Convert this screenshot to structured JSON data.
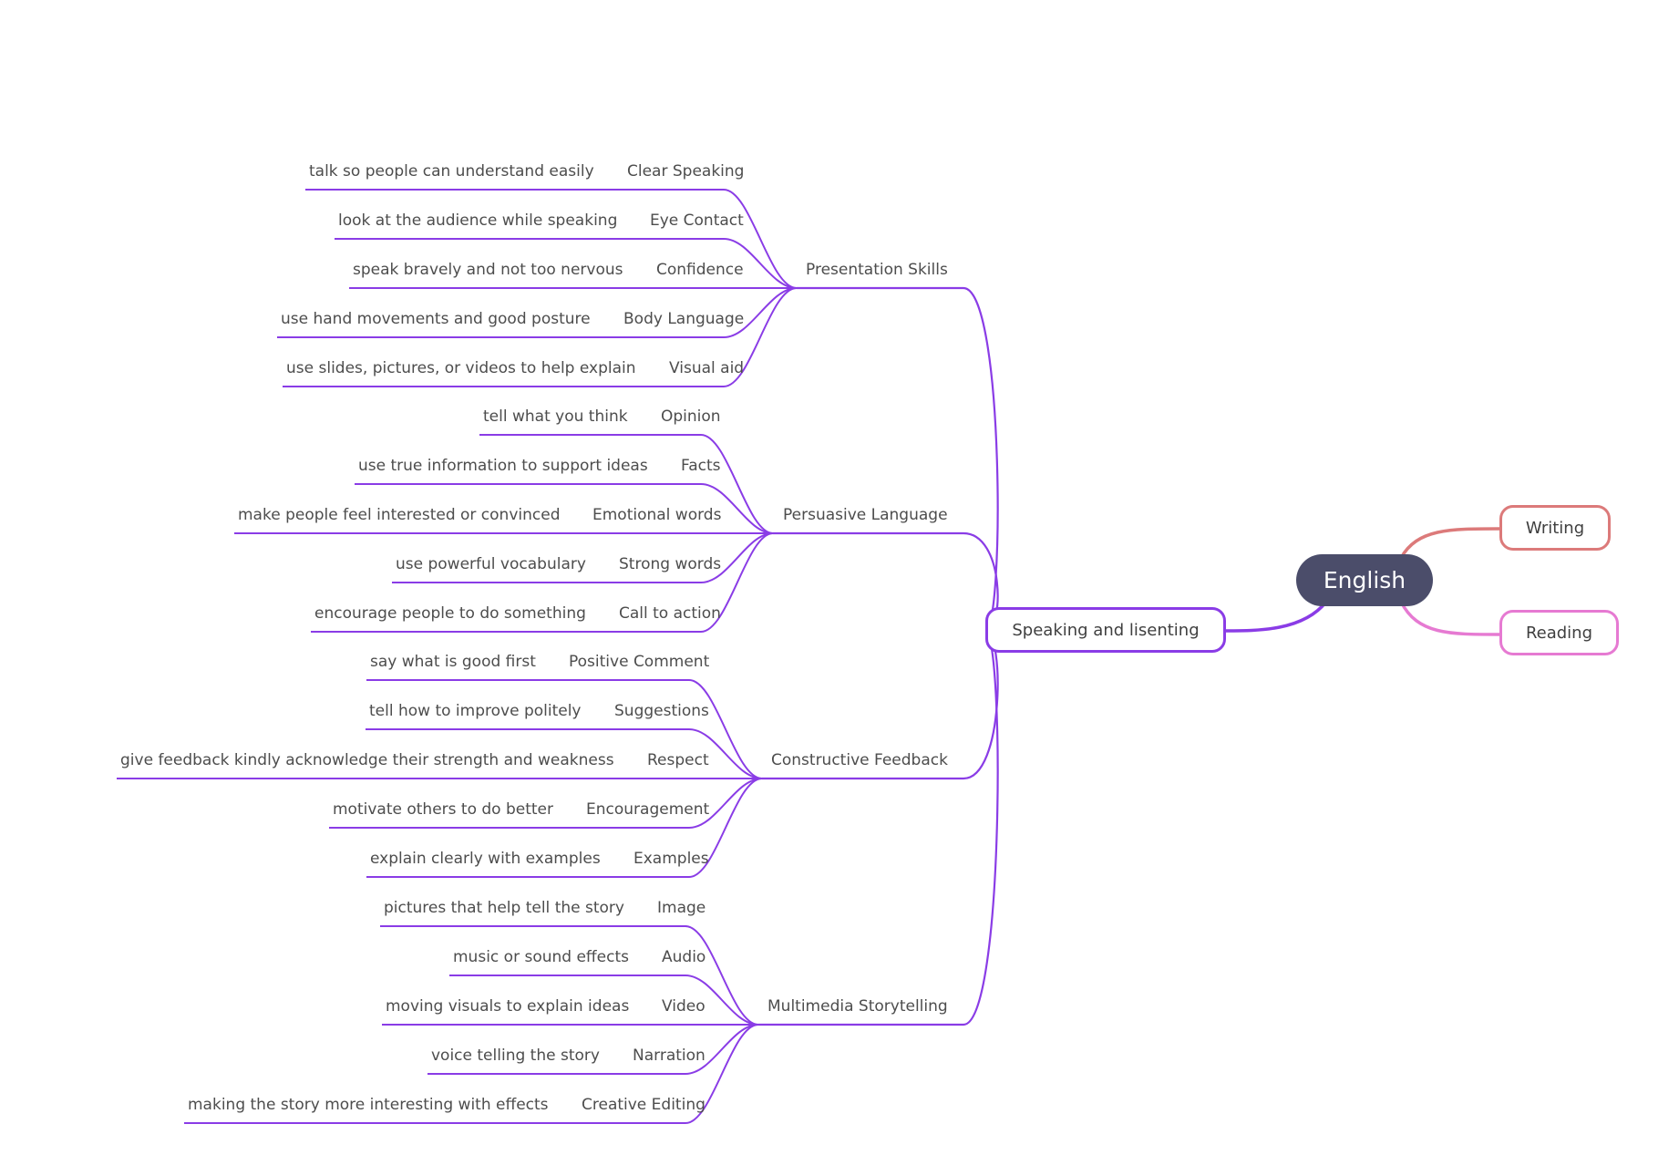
{
  "colors": {
    "root": "#4b4d6a",
    "speaking": "#8a3ce6",
    "writing": "#dc7a7a",
    "reading": "#e67ad2",
    "text": "#4d4d4d"
  },
  "root": {
    "label": "English"
  },
  "branches": {
    "speaking": "Speaking and lisenting",
    "writing": "Writing",
    "reading": "Reading"
  },
  "topics": [
    {
      "label": "Presentation Skills",
      "items": [
        {
          "label": "Clear Speaking",
          "detail": "talk so people can understand easily"
        },
        {
          "label": "Eye Contact",
          "detail": "look at the audience while speaking"
        },
        {
          "label": "Confidence",
          "detail": "speak bravely and not too nervous"
        },
        {
          "label": "Body Language",
          "detail": "use hand movements and good posture"
        },
        {
          "label": "Visual aid",
          "detail": "use slides, pictures, or videos to help explain"
        }
      ]
    },
    {
      "label": "Persuasive Language",
      "items": [
        {
          "label": "Opinion",
          "detail": "tell what you think"
        },
        {
          "label": "Facts",
          "detail": "use true information to support ideas"
        },
        {
          "label": "Emotional words",
          "detail": "make people feel interested or convinced"
        },
        {
          "label": "Strong words",
          "detail": "use powerful vocabulary"
        },
        {
          "label": "Call to action",
          "detail": "encourage people to do something"
        }
      ]
    },
    {
      "label": "Constructive Feedback",
      "items": [
        {
          "label": "Positive Comment",
          "detail": "say what is good first"
        },
        {
          "label": "Suggestions",
          "detail": "tell how to improve politely"
        },
        {
          "label": "Respect",
          "detail": "give feedback kindly acknowledge their strength and weakness"
        },
        {
          "label": "Encouragement",
          "detail": "motivate others to do better"
        },
        {
          "label": "Examples",
          "detail": "explain clearly with examples"
        }
      ]
    },
    {
      "label": "Multimedia Storytelling",
      "items": [
        {
          "label": "Image",
          "detail": "pictures that help tell the story"
        },
        {
          "label": "Audio",
          "detail": "music or sound effects"
        },
        {
          "label": "Video",
          "detail": "moving visuals to explain ideas"
        },
        {
          "label": "Narration",
          "detail": "voice telling the story"
        },
        {
          "label": "Creative Editing",
          "detail": "making the story more interesting with effects"
        }
      ]
    }
  ]
}
